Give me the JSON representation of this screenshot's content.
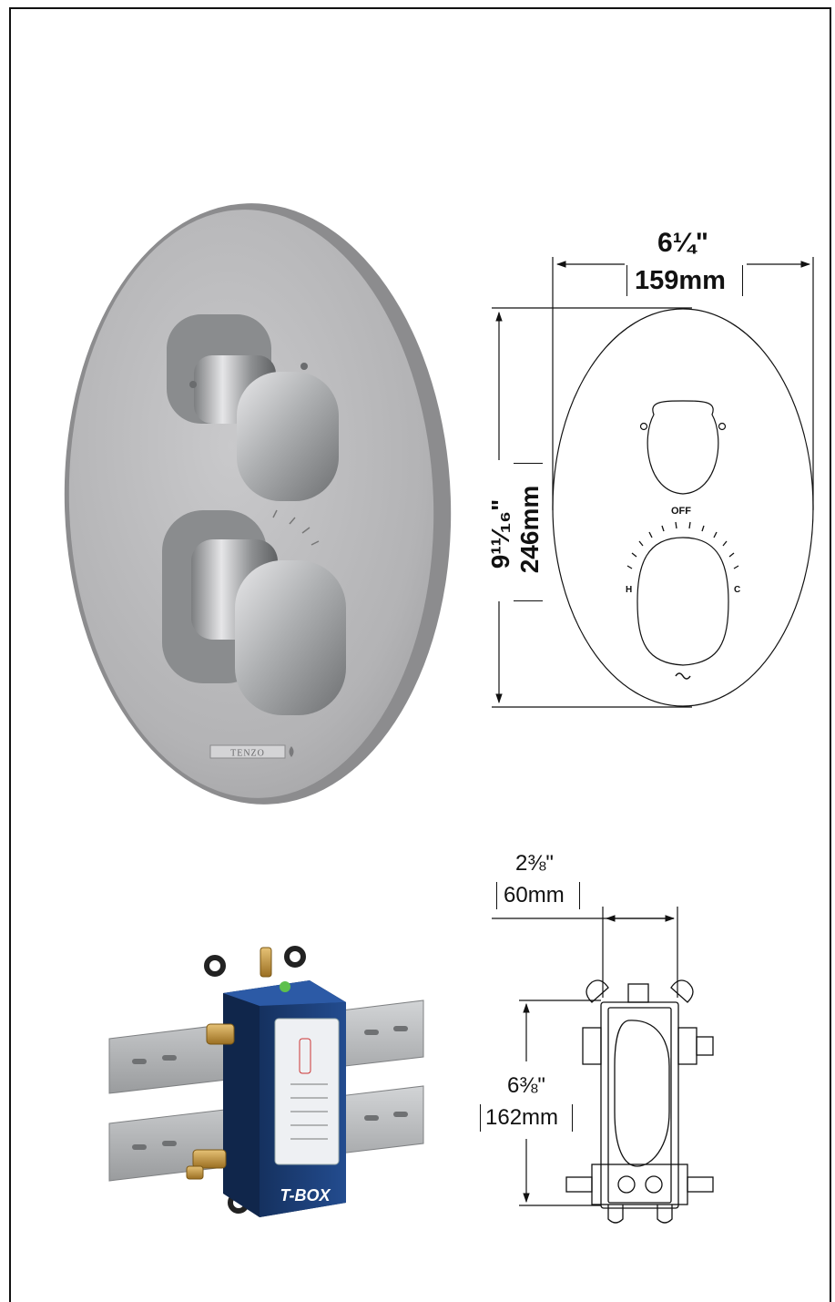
{
  "brand": {
    "trim_logo": "TENZO",
    "tbox_logo": "T-BOX"
  },
  "trim": {
    "width_in": "6¼\"",
    "width_mm": "159mm",
    "height_in": "9¹¹⁄₁₆\"",
    "height_mm": "246mm",
    "off_label": "OFF",
    "hot_label": "H",
    "cold_label": "C"
  },
  "valve_box": {
    "depth_in": "2⅜\"",
    "depth_mm": "60mm",
    "height_in": "6⅜\"",
    "height_mm": "162mm"
  },
  "colors": {
    "chrome": "#b9b9bb",
    "tbox_blue": "#1c3e7a",
    "brass": "#c99a3b",
    "steel": "#b6b8ba"
  }
}
